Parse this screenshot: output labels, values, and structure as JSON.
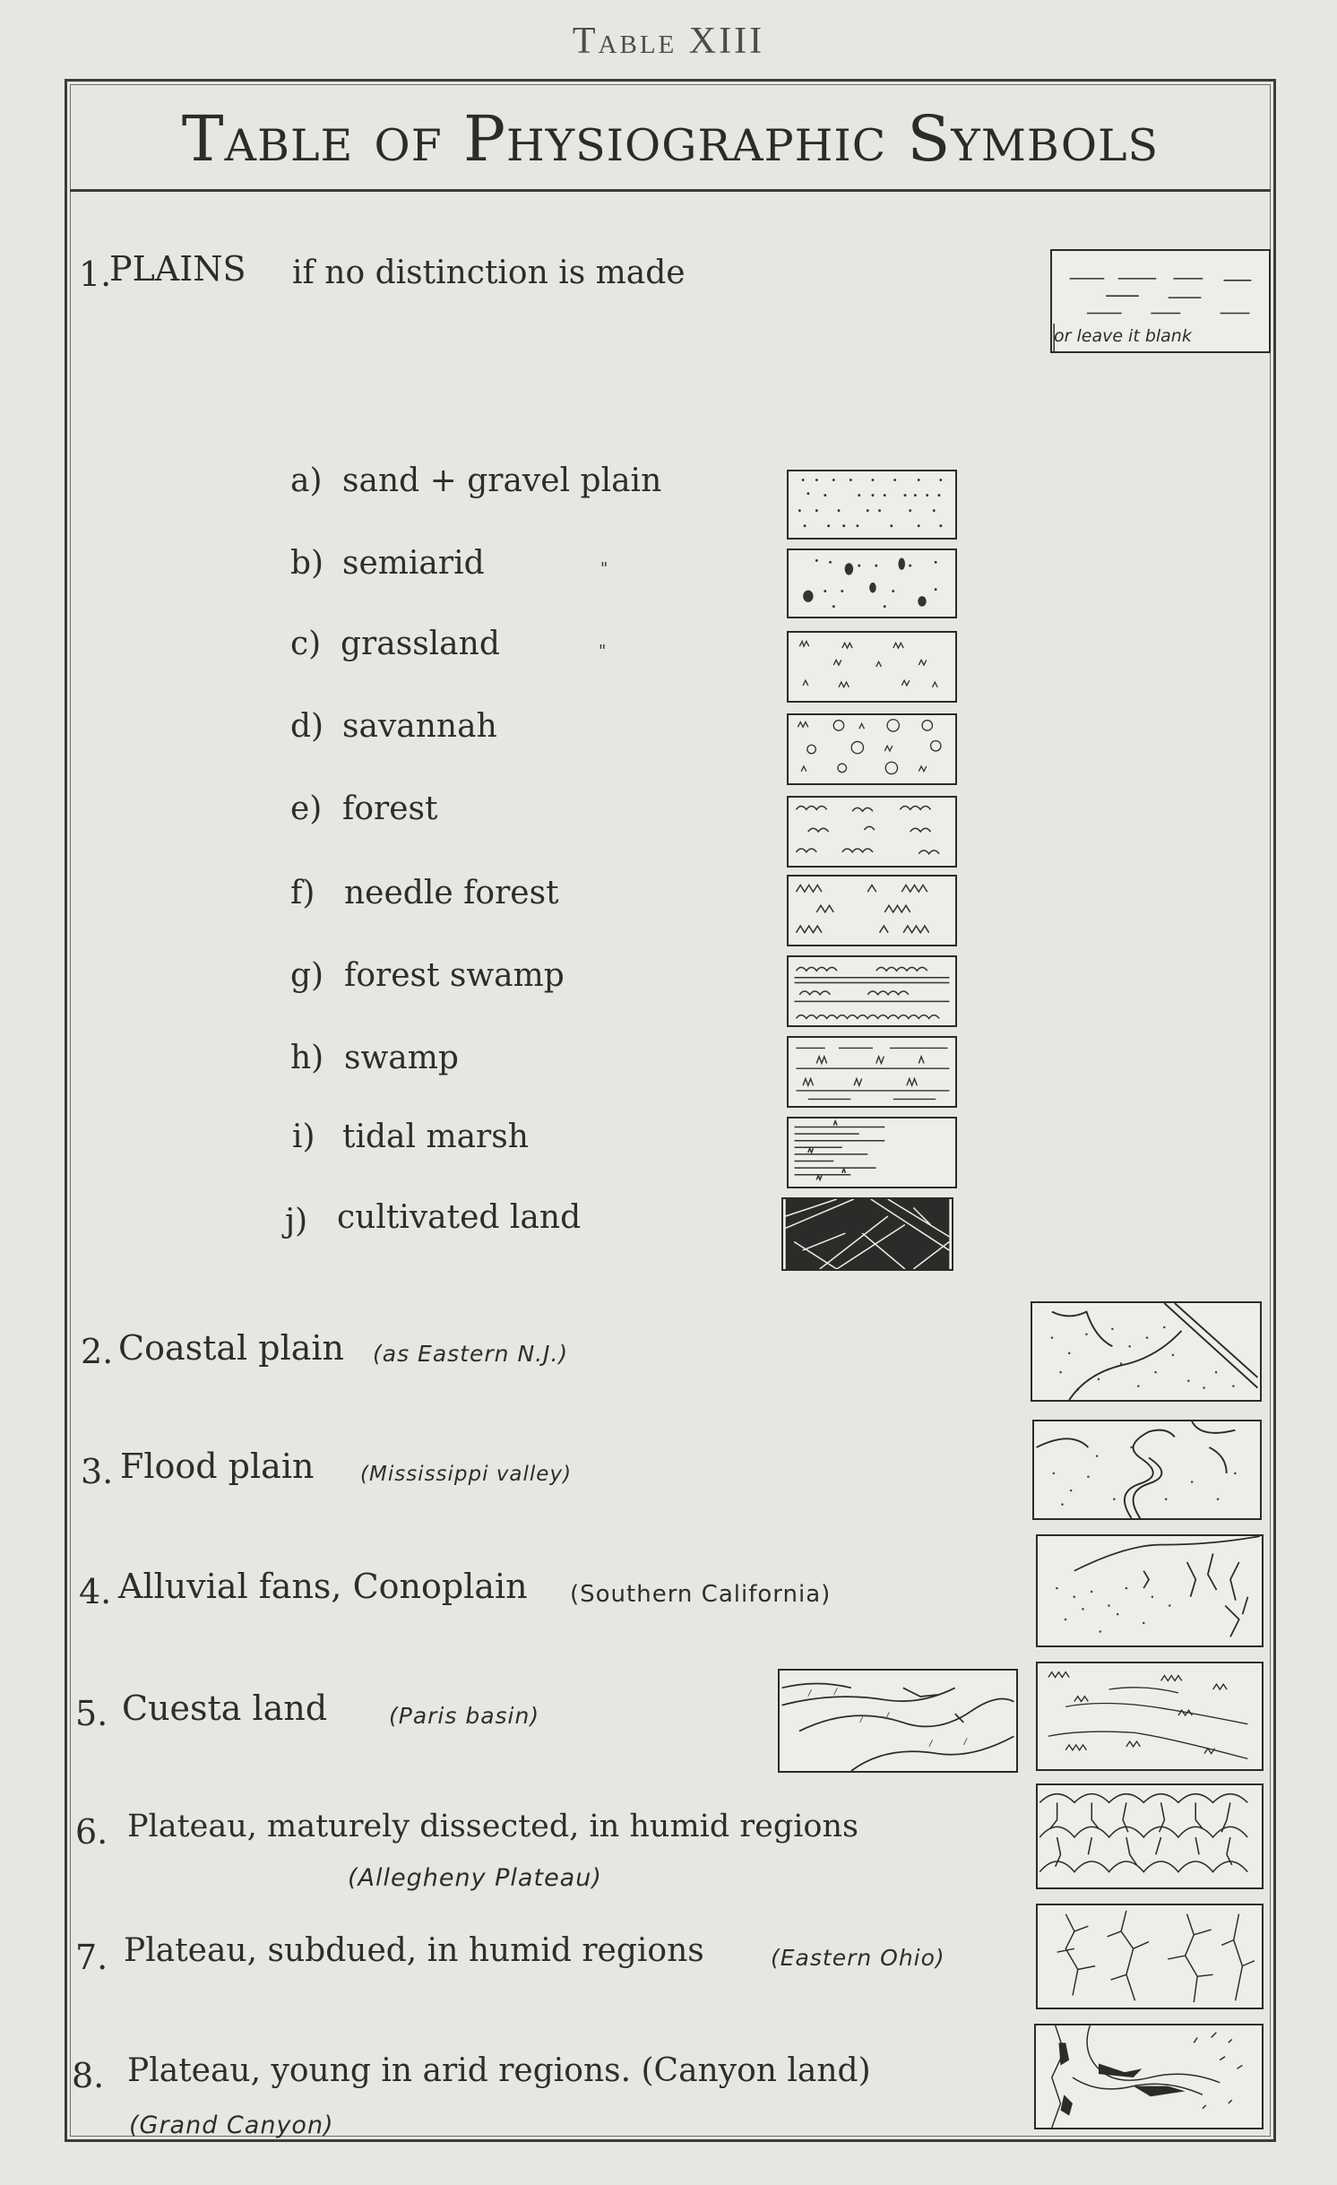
{
  "page_label": "Table XIII",
  "title": "Table of Physiographic Symbols",
  "plains": {
    "number": "1.",
    "label": "PLAINS",
    "qualifier": "if no distinction is made",
    "blank_note": "or leave it blank"
  },
  "plains_items": [
    {
      "letter": "a)",
      "label": "sand + gravel plain",
      "ditto": ""
    },
    {
      "letter": "b)",
      "label": "semiarid",
      "ditto": "\""
    },
    {
      "letter": "c)",
      "label": "grassland",
      "ditto": "\""
    },
    {
      "letter": "d)",
      "label": "savannah",
      "ditto": ""
    },
    {
      "letter": "e)",
      "label": "forest",
      "ditto": ""
    },
    {
      "letter": "f)",
      "label": "needle forest",
      "ditto": ""
    },
    {
      "letter": "g)",
      "label": "forest swamp",
      "ditto": ""
    },
    {
      "letter": "h)",
      "label": "swamp",
      "ditto": ""
    },
    {
      "letter": "i)",
      "label": "tidal marsh",
      "ditto": ""
    },
    {
      "letter": "j)",
      "label": "cultivated land",
      "ditto": ""
    }
  ],
  "landforms": [
    {
      "number": "2.",
      "label": "Coastal plain",
      "note": "(as Eastern N.J.)"
    },
    {
      "number": "3.",
      "label": "Flood plain",
      "note": "(Mississippi valley)"
    },
    {
      "number": "4.",
      "label": "Alluvial fans, Conoplain",
      "note": "(Southern California)"
    },
    {
      "number": "5.",
      "label": "Cuesta land",
      "note": "(Paris basin)"
    },
    {
      "number": "6.",
      "label": "Plateau, maturely dissected, in humid regions",
      "note": "(Allegheny Plateau)"
    },
    {
      "number": "7.",
      "label": "Plateau, subdued, in humid regions",
      "note": "(Eastern Ohio)"
    },
    {
      "number": "8.",
      "label": "Plateau, young in arid regions. (Canyon land)",
      "note": "(Grand Canyon)"
    }
  ]
}
